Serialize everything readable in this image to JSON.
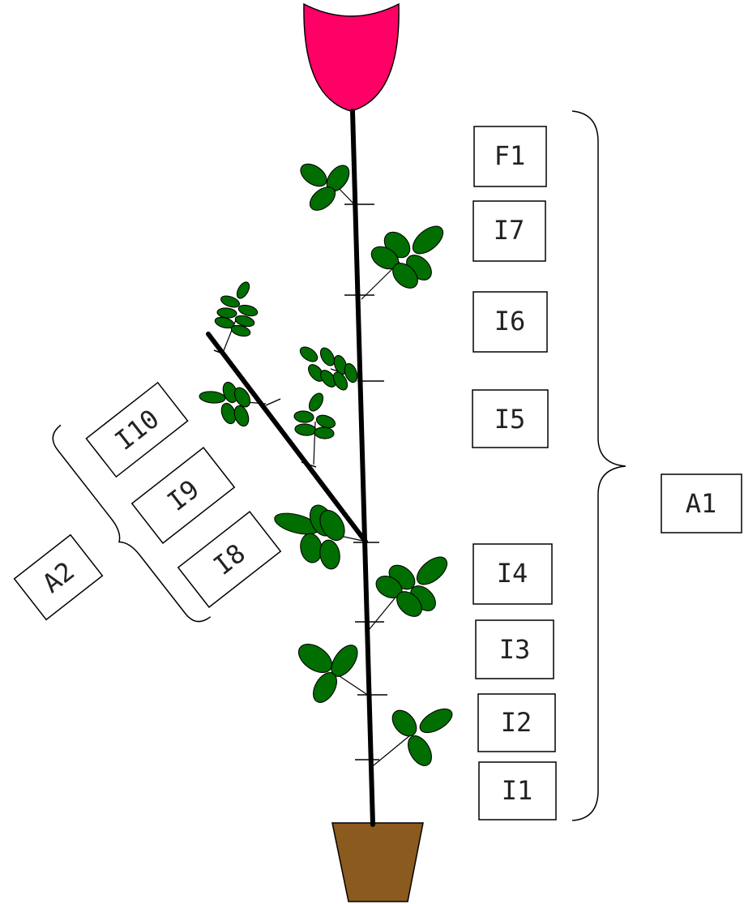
{
  "colors": {
    "flower": "#ff0066",
    "leaf": "#006e00",
    "pot": "#8b5a1e"
  },
  "labels": {
    "F1": "F1",
    "I7": "I7",
    "I6": "I6",
    "I5": "I5",
    "I4": "I4",
    "I3": "I3",
    "I2": "I2",
    "I1": "I1",
    "A1": "A1",
    "I10": "I10",
    "I9": "I9",
    "I8": "I8",
    "A2": "A2"
  }
}
